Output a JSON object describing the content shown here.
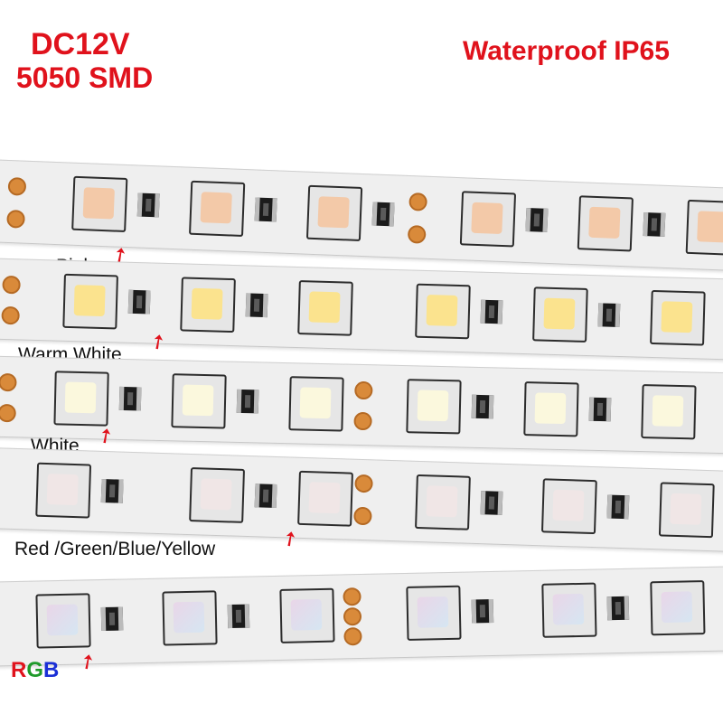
{
  "header": {
    "voltage": "DC12V",
    "chip": "5050 SMD",
    "rating": "Waterproof IP65"
  },
  "strips": [
    {
      "label": "Pink",
      "led_color": "#f3c9a8",
      "arrow_icon": "red-arrow-icon"
    },
    {
      "label": "Warm White",
      "led_color": "#fbe38e",
      "arrow_icon": "red-arrow-icon"
    },
    {
      "label": "White",
      "led_color": "#fbf8dd",
      "arrow_icon": "red-arrow-icon"
    },
    {
      "label": "Red /Green/Blue/Yellow",
      "led_color": "#f0e6e6",
      "arrow_icon": "red-arrow-icon"
    }
  ],
  "rgb_label": {
    "r": "R",
    "g": "G",
    "b": "B"
  },
  "colors": {
    "text_red": "#e0121c",
    "rgb_r": "#e0121c",
    "rgb_g": "#1f9a2a",
    "rgb_b": "#1a2fd6",
    "strip_base": "#efefef",
    "solder_pad": "#d98a3a"
  }
}
